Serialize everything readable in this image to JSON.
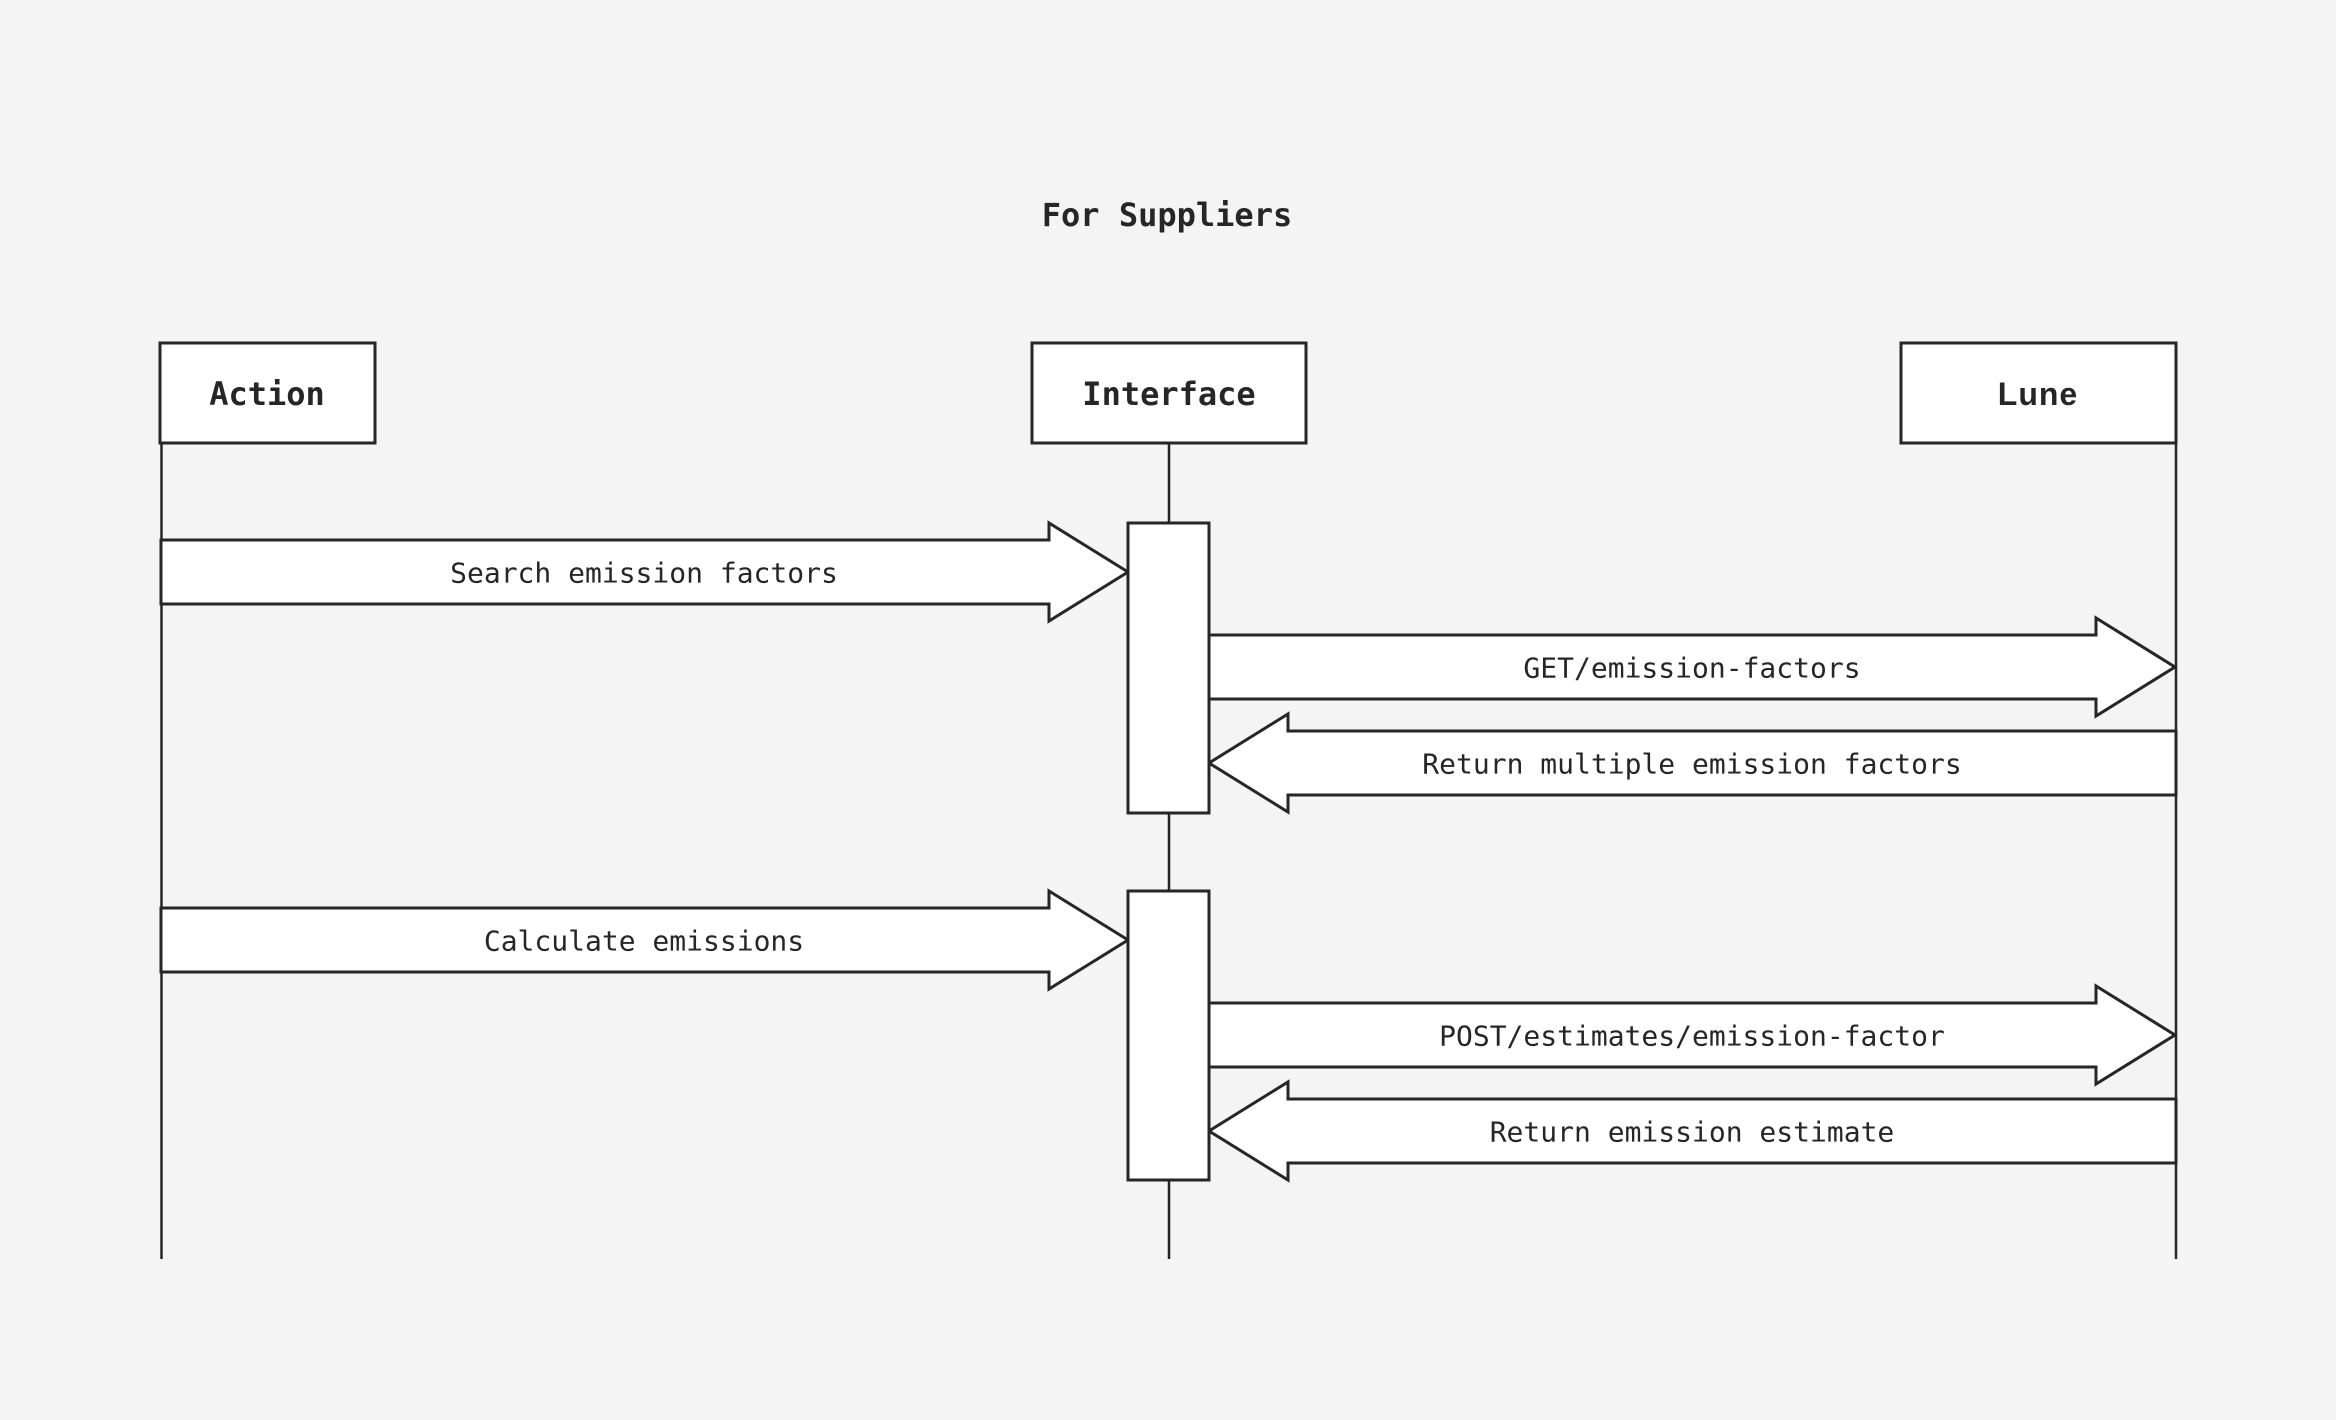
{
  "title": "For Suppliers",
  "actors": [
    {
      "id": "action",
      "label": "Action"
    },
    {
      "id": "interface",
      "label": "Interface"
    },
    {
      "id": "lune",
      "label": "Lune"
    }
  ],
  "messages": [
    {
      "label": "Search emission factors",
      "from": "Action",
      "to": "Interface",
      "direction": "right"
    },
    {
      "label": "GET/emission-factors",
      "from": "Interface",
      "to": "Lune",
      "direction": "right"
    },
    {
      "label": "Return multiple emission factors",
      "from": "Lune",
      "to": "Interface",
      "direction": "left"
    },
    {
      "label": "Calculate emissions",
      "from": "Action",
      "to": "Interface",
      "direction": "right"
    },
    {
      "label": "POST/estimates/emission-factor",
      "from": "Interface",
      "to": "Lune",
      "direction": "right"
    },
    {
      "label": "Return emission estimate",
      "from": "Lune",
      "to": "Interface",
      "direction": "left"
    }
  ],
  "colors": {
    "background": "#f4f4f4",
    "ink": "#262626",
    "shape_fill": "#ffffff"
  }
}
